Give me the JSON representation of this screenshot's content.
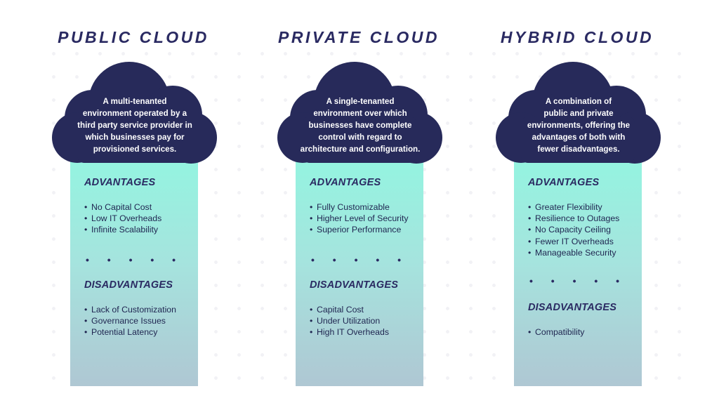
{
  "columns": [
    {
      "title": "PUBLIC CLOUD",
      "description_lines": [
        "A multi-tenanted",
        "environment operated by a",
        "third party service provider in",
        "which businesses pay for",
        "provisioned services."
      ],
      "advantages_heading": "ADVANTAGES",
      "advantages": [
        "No Capital Cost",
        "Low IT Overheads",
        "Infinite Scalability"
      ],
      "separator": "• • • • •",
      "disadvantages_heading": "DISADVANTAGES",
      "disadvantages": [
        "Lack of Customization",
        "Governance Issues",
        "Potential Latency"
      ]
    },
    {
      "title": "PRIVATE CLOUD",
      "description_lines": [
        "A single-tenanted",
        "environment over which",
        "businesses have complete",
        "control with regard to",
        "architecture and configuration."
      ],
      "advantages_heading": "ADVANTAGES",
      "advantages": [
        "Fully Customizable",
        "Higher Level of Security",
        "Superior Performance"
      ],
      "separator": "• • • • •",
      "disadvantages_heading": "DISADVANTAGES",
      "disadvantages": [
        "Capital Cost",
        "Under Utilization",
        "High IT Overheads"
      ]
    },
    {
      "title": "HYBRID CLOUD",
      "description_lines": [
        "A combination of",
        "public and private",
        "environments, offering the",
        "advantages of both with",
        "fewer disadvantages."
      ],
      "advantages_heading": "ADVANTAGES",
      "advantages": [
        "Greater Flexibility",
        "Resilience to Outages",
        "No Capacity Ceiling",
        "Fewer IT Overheads",
        "Manageable Security"
      ],
      "separator": "• • • • •",
      "disadvantages_heading": "DISADVANTAGES",
      "disadvantages": [
        "Compatibility"
      ]
    }
  ],
  "colors": {
    "navy": "#272a5a",
    "panel_top": "#94f4e0",
    "panel_bottom": "#afc7d3",
    "cloud": "#272a5a"
  }
}
